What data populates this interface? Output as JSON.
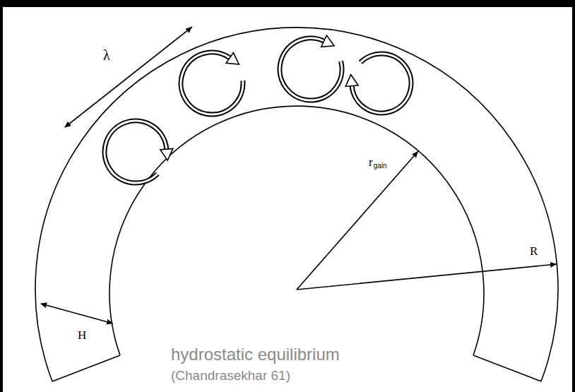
{
  "diagram": {
    "labels": [
      "λ",
      "H",
      "r",
      "gain",
      "R",
      "hydrostatic equilibrium",
      "(Chandrasekhar 61)"
    ]
  }
}
